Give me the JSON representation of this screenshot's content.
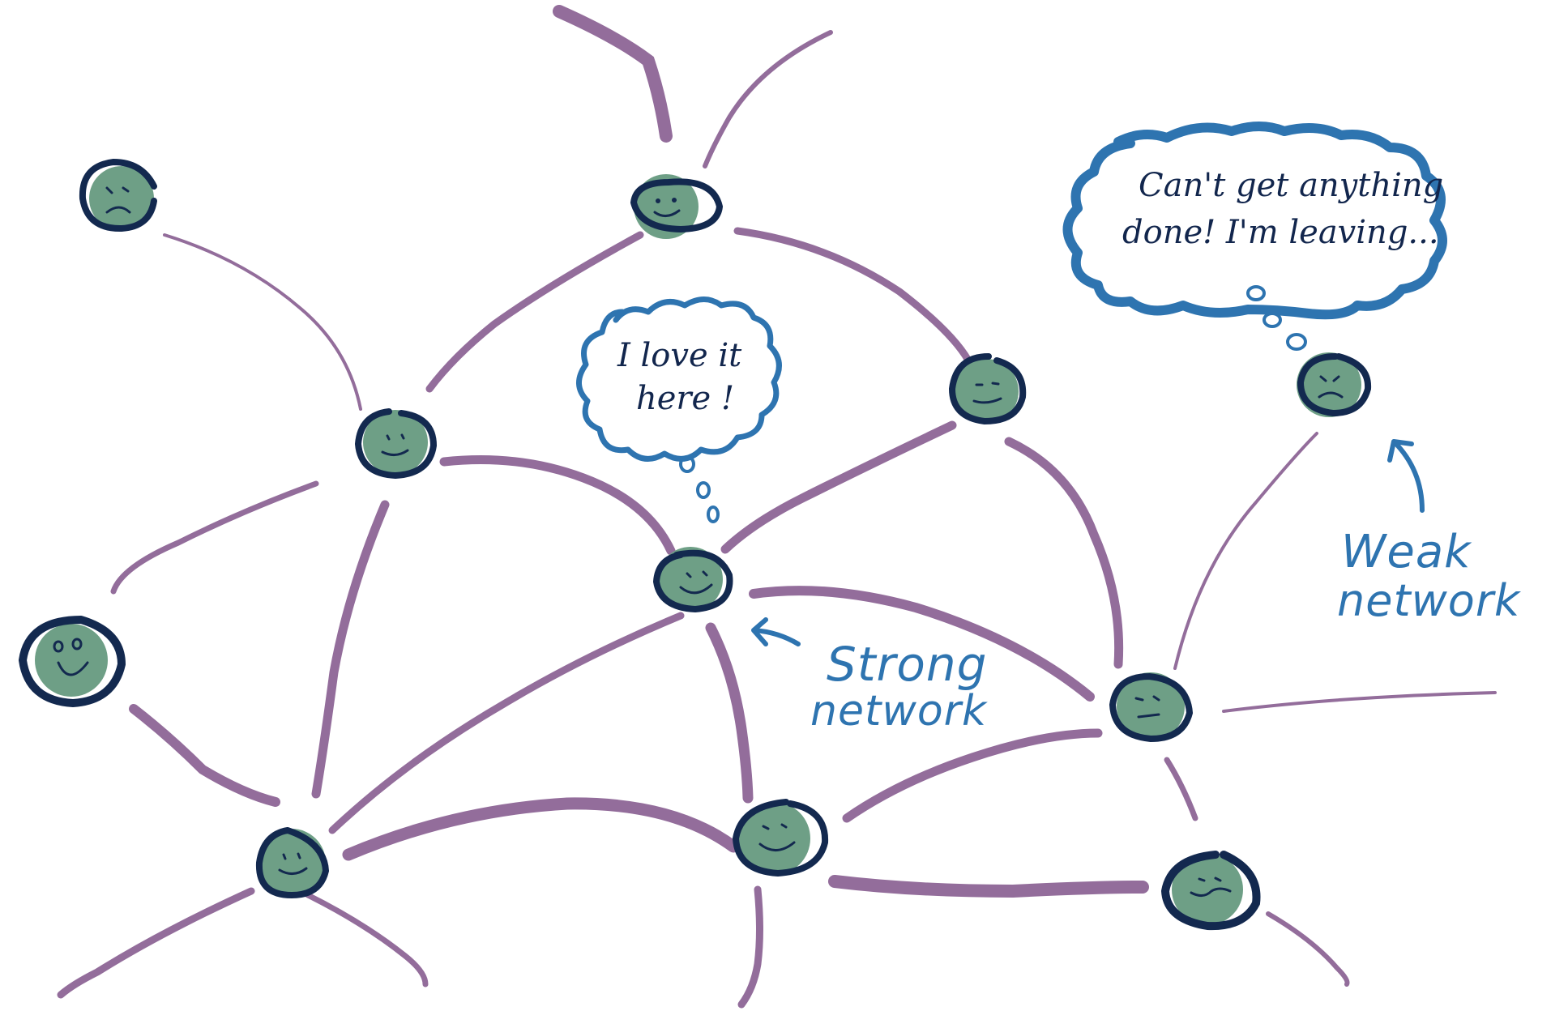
{
  "bubbles": {
    "happy_thought": {
      "line1": "I love it",
      "line2": "here !"
    },
    "unhappy_thought": {
      "line1": "Can't get anything",
      "line2": "done! I'm leaving..."
    }
  },
  "labels": {
    "strong": {
      "line1": "Strong",
      "line2": "network"
    },
    "weak": {
      "line1": "Weak",
      "line2": "network"
    }
  },
  "colors": {
    "edge": "#936d9b",
    "face_fill": "#6e9f86",
    "face_outline": "#13294f",
    "annotation_blue": "#2e74b0"
  }
}
